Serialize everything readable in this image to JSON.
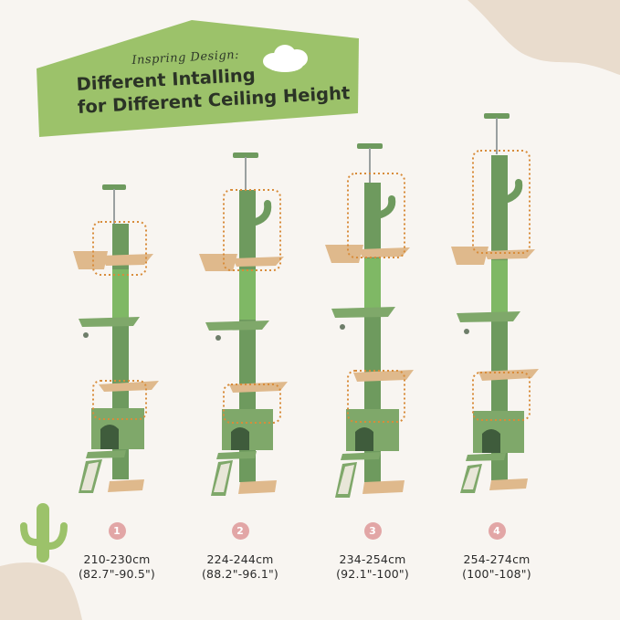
{
  "banner": {
    "subtitle": "Inspring Design:",
    "title_line1": "Different Intalling",
    "title_line2": "for Different Ceiling Height",
    "color": "#9cc26a"
  },
  "colors": {
    "background": "#f8f5f1",
    "sand": "#e9dccd",
    "tower_green": "#6e9a5e",
    "sisal_green": "#7fb865",
    "beige_platform": "#dfb98c",
    "dotted_outline": "#d88c3a",
    "badge": "#e2a6a6",
    "decor_cactus": "#9cc26a"
  },
  "towers": [
    {
      "index": "1",
      "range_cm": "210-230cm",
      "range_in": "(82.7\"-90.5\")"
    },
    {
      "index": "2",
      "range_cm": "224-244cm",
      "range_in": "(88.2\"-96.1\")"
    },
    {
      "index": "3",
      "range_cm": "234-254cm",
      "range_in": "(92.1\"-100\")"
    },
    {
      "index": "4",
      "range_cm": "254-274cm",
      "range_in": "(100\"-108\")"
    }
  ]
}
